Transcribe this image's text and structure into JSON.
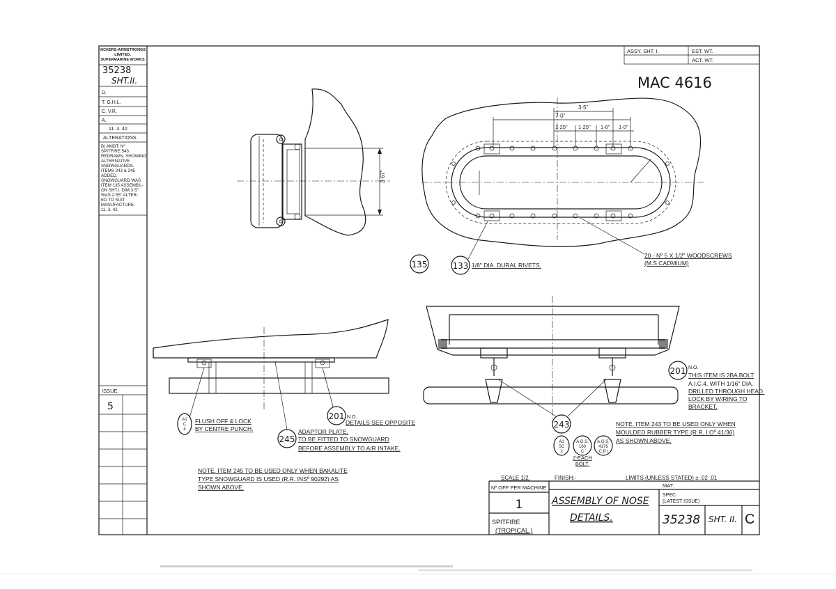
{
  "maker": {
    "line1": "VICKERS-ARMSTRONGS",
    "line2": "LIMITED,",
    "line3": "SUPERMARINE WORKS"
  },
  "drawing_no_box": "35238",
  "sheet_box": "SHT.II.",
  "signoffs": {
    "d": "D.",
    "t": "T. G.H.L.",
    "c": "C. V.R.",
    "a": "A.",
    "date": "11. 3. 42."
  },
  "alterations": {
    "heading": "ALTERATIONS.",
    "lines": [
      "B) AMDT. Nº",
      "SPITFIRE 543",
      "REDRAWN, SHOWING",
      "ALTERNATIVE",
      "SNOWGUARDS.",
      "ITEMS 243 & 245",
      "ADDED.",
      "SNOWGUARD WAS",
      "ITEM 135 ASSEMB'L-",
      "ON SHT.I. DIM.3·5\"",
      "WAS 2·55\" ALTER-",
      "ED TO SUIT",
      "MANUFACTURE.",
      "11. 3. 42."
    ]
  },
  "issue": {
    "label": "ISSUE.",
    "value": "5"
  },
  "top_right": {
    "assy": "ASSY. SHT. I.",
    "est_wt": "EST. WT.",
    "act_wt": "ACT. WT."
  },
  "mac_ref": "MAC 4616",
  "dimensions": {
    "height": "3·67\"",
    "overall": "3·5\"",
    "inner": "7·0\"",
    "pitch1": "1·25\"",
    "pitch2": "1·25\"",
    "pitch3": "1·0\"",
    "pitch4": "1·0\""
  },
  "callouts": {
    "item135": "135",
    "item133": "133",
    "rivets": "1/8\" DIA. DURAL RIVETS.",
    "woodscrews": "20 - Nº 5 X 1/2\" WOODSCREWS",
    "cadmium": "(M.S CADMIUM)",
    "ac4": "A1\nC\n4",
    "flush1": "FLUSH OFF & LOCK",
    "flush2": "BY CENTRE PUNCH.",
    "item245": "245",
    "adaptor1": "ADAPTOR PLATE,",
    "adaptor2": "TO BE FITTED TO SNOWGUARD",
    "adaptor3": "BEFORE ASSEMBLY TO AIR INTAKE.",
    "item201a": "201",
    "no_a": "N.O.",
    "details_opp": "DETAILS SEE OPPOSITE",
    "item201b": "201",
    "no_b": "N.O.",
    "bolt1": "THIS ITEM IS 2BA BOLT",
    "bolt2": "A.I.C.4. WITH 1/16\" DIA.",
    "bolt3": "DRILLED THROUGH HEAD.",
    "bolt4": "LOCK BY WIRING TO",
    "bolt5": "BRACKET.",
    "item243": "243",
    "note243_1": "NOTE. ITEM 243 TO BE USED ONLY WHEN",
    "note243_2": "MOULDED RUBBER TYPE (R.R. I.Oº 41/36)",
    "note243_3": "AS SHOWN ABOVE.",
    "ac2": "A1 SC 2",
    "ags160": "A.G.S. 160 C",
    "ags4176": "A.G.S. 4176 C.P.I",
    "each_bolt1": "2-EACH",
    "each_bolt2": "BOLT.",
    "note245_1": "NOTE. ITEM 245 TO BE USED ONLY WHEN BAKALITE",
    "note245_2": "TYPE SNOWGUARD IS USED (R.R. INSº 90292) AS",
    "note245_3": "SHOWN ABOVE."
  },
  "title_block": {
    "scale": "SCALE 1/2.",
    "finish": "FINISH:-",
    "limits": "LIMITS (UNLESS STATED) ± .02 .01",
    "off_per": "Nº OFF PER MACHINE",
    "qty": "1",
    "mat": "MAT.",
    "spec": "SPEC.",
    "latest": "(LATEST ISSUE)",
    "title1": "ASSEMBLY OF NOSE",
    "title2": "DETAILS.",
    "aircraft1": "SPITFIRE",
    "aircraft2": "(TROPICAL.)",
    "drawing_no": "35238",
    "sheet": "SHT. II.",
    "issue_letter": "C"
  }
}
